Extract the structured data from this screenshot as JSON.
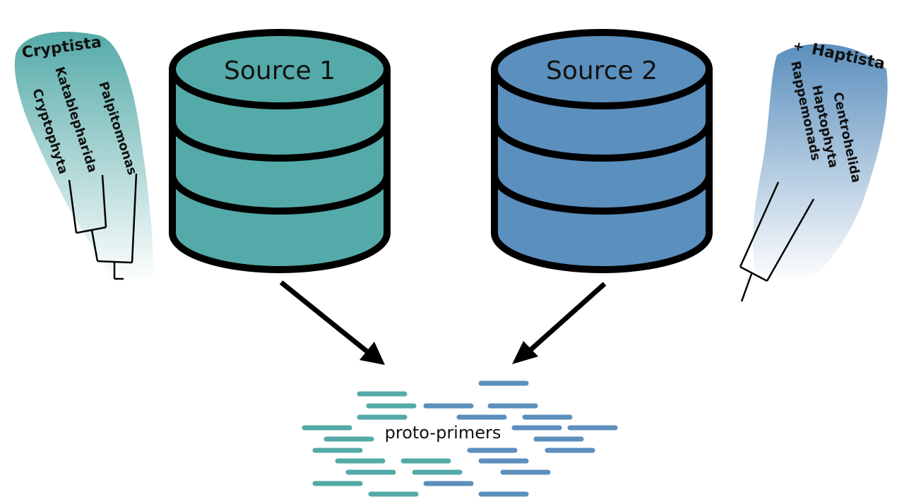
{
  "databases": {
    "source1": {
      "label": "Source 1",
      "color": "#54aaa8"
    },
    "source2": {
      "label": "Source 2",
      "color": "#5b8fbd"
    }
  },
  "center_label": "proto-primers",
  "left_tree": {
    "title": "Cryptista",
    "leaves": [
      "Palpitomonas",
      "Katablepharida",
      "Cryptophyta"
    ],
    "color": "#54aaa8"
  },
  "right_tree": {
    "title": "Haptista",
    "plus_mark": "+",
    "leaves": [
      "Centrohelida",
      "Haptophyta",
      "Rappemonads"
    ],
    "color": "#5b8fbd"
  },
  "colors": {
    "outline": "#000000"
  }
}
